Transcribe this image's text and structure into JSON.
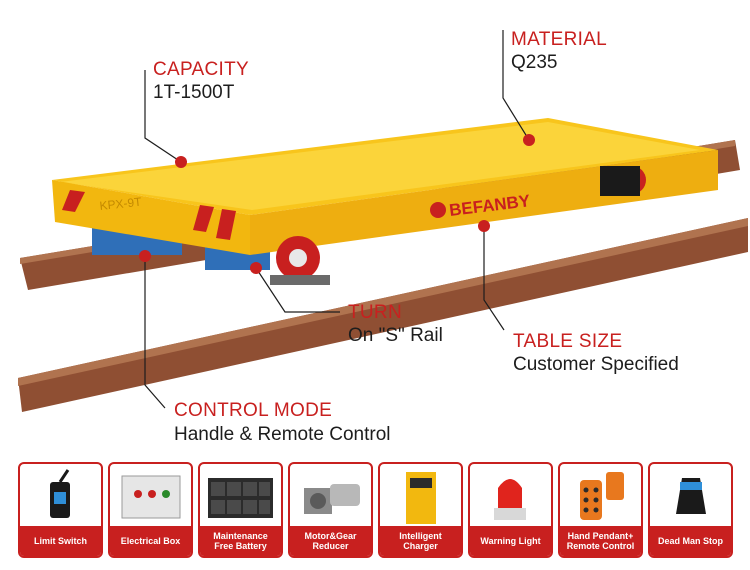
{
  "callouts": {
    "capacity": {
      "title": "CAPACITY",
      "value": "1T-1500T"
    },
    "material": {
      "title": "MATERIAL",
      "value": "Q235"
    },
    "turn": {
      "title": "TURN",
      "value": "On \"S\" Rail"
    },
    "table_size": {
      "title": "TABLE SIZE",
      "value": "Customer Specified"
    },
    "control_mode": {
      "title": "CONTROL MODE",
      "value": "Handle & Remote Control"
    }
  },
  "cart": {
    "brand": "BEFANBY",
    "model_plate": "KPX-9T"
  },
  "components": [
    {
      "label": "Limit Switch"
    },
    {
      "label": "Electrical Box"
    },
    {
      "label": "Maintenance\nFree Battery"
    },
    {
      "label": "Motor&Gear\nReducer"
    },
    {
      "label": "Intelligent\nCharger"
    },
    {
      "label": "Warning Light"
    },
    {
      "label": "Hand Pendant+\nRemote Control"
    },
    {
      "label": "Dead Man Stop"
    }
  ],
  "colors": {
    "accent": "#c8201f",
    "cart_yellow": "#f7c21a",
    "rail": "#8a4a2f"
  }
}
